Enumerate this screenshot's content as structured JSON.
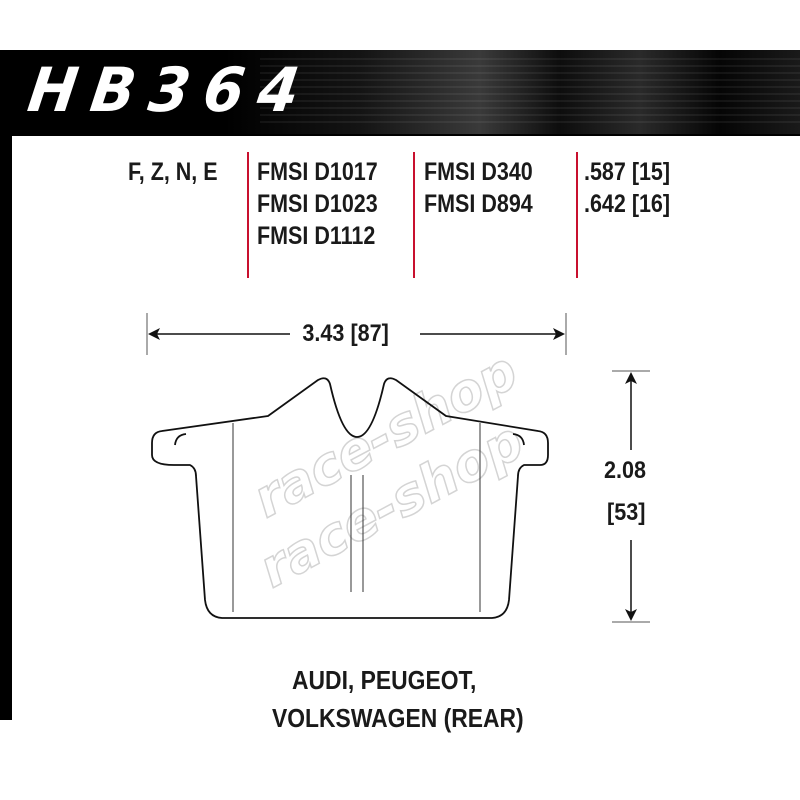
{
  "part_number": "HB364",
  "compounds": "F, Z, N, E",
  "fmsi_group_1": [
    "FMSI D1017",
    "FMSI D1023",
    "FMSI D1112"
  ],
  "fmsi_group_2": [
    "FMSI D340",
    "FMSI D894"
  ],
  "thicknesses": [
    ".587 [15]",
    ".642 [16]"
  ],
  "width_dimension": "3.43 [87]",
  "height_dimension": [
    "2.08",
    "[53]"
  ],
  "watermark_text": "race-shop",
  "application": [
    "AUDI, PEUGEOT,",
    "VOLKSWAGEN (REAR)"
  ],
  "colors": {
    "header": "#000000",
    "rule": "#c8102e",
    "text": "#1a1a1a"
  }
}
